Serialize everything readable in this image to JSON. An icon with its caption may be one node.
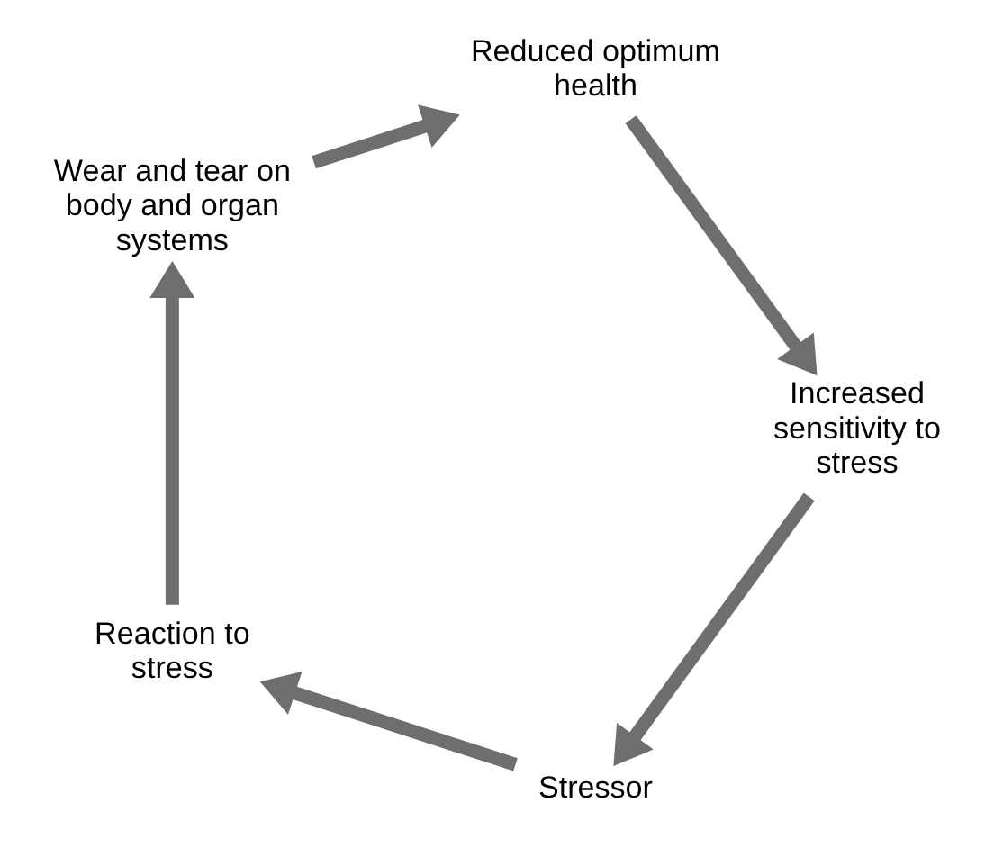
{
  "diagram": {
    "nodes": [
      {
        "text": [
          "Stressor"
        ]
      },
      {
        "text": [
          "Reaction to stress"
        ]
      },
      {
        "text": [
          "Wear and tear on body and organ systems"
        ]
      },
      {
        "text": [
          "Reduced optimum health"
        ]
      },
      {
        "text": [
          "Increased sensitivity to stress"
        ]
      }
    ],
    "edges": [
      {
        "from": 0,
        "to": 1,
        "arrow": "to"
      },
      {
        "from": 1,
        "to": 2,
        "arrow": "to"
      },
      {
        "from": 2,
        "to": 3,
        "arrow": "to"
      },
      {
        "from": 3,
        "to": 4,
        "arrow": "to"
      },
      {
        "from": 4,
        "to": 0,
        "arrow": "to"
      }
    ]
  }
}
